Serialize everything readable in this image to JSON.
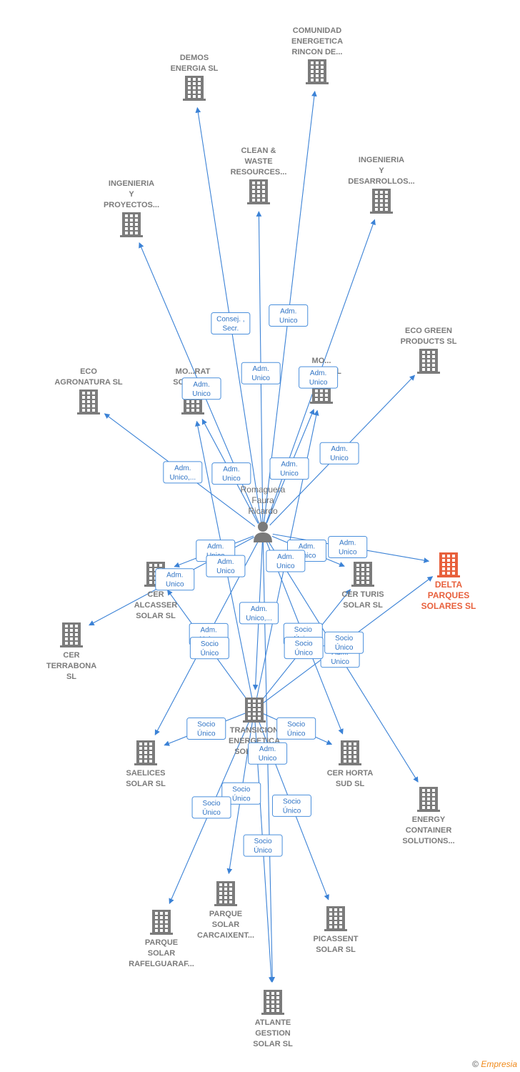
{
  "person": {
    "name_lines": [
      "Romaguera",
      "Faura",
      "Ricardo"
    ]
  },
  "companies": [
    {
      "id": "demos",
      "lines": [
        "DEMOS",
        "ENERGIA  SL"
      ],
      "main": false
    },
    {
      "id": "comunidad",
      "lines": [
        "COMUNIDAD",
        "ENERGETICA",
        "RINCON DE..."
      ],
      "main": false
    },
    {
      "id": "clean",
      "lines": [
        "CLEAN &",
        "WASTE",
        "RESOURCES..."
      ],
      "main": false
    },
    {
      "id": "ingdes",
      "lines": [
        "INGENIERIA",
        "Y",
        "DESARROLLOS..."
      ],
      "main": false
    },
    {
      "id": "ingpro",
      "lines": [
        "INGENIERIA",
        "Y",
        "PROYECTOS..."
      ],
      "main": false
    },
    {
      "id": "ecogreen",
      "lines": [
        "ECO GREEN",
        "PRODUCTS  SL"
      ],
      "main": false
    },
    {
      "id": "ecoagro",
      "lines": [
        "ECO",
        "AGRONATURA SL"
      ],
      "main": false
    },
    {
      "id": "moserrat",
      "lines": [
        "MO...RAT",
        "SOLAR  SL"
      ],
      "main": false
    },
    {
      "id": "mosolar",
      "lines": [
        "MO...",
        "SOLAR  SL"
      ],
      "main": false
    },
    {
      "id": "delta",
      "lines": [
        "DELTA",
        "PARQUES",
        "SOLARES  SL"
      ],
      "main": true
    },
    {
      "id": "alcasser",
      "lines": [
        "CER",
        "ALCASSER",
        "SOLAR  SL"
      ],
      "main": false
    },
    {
      "id": "turis",
      "lines": [
        "CER TURIS",
        "SOLAR  SL"
      ],
      "main": false
    },
    {
      "id": "terrabona",
      "lines": [
        "CER",
        "TERRABONA",
        "SL"
      ],
      "main": false
    },
    {
      "id": "transicion",
      "lines": [
        "TRANSICION",
        "ENERGETICA",
        "SOLAR  SL"
      ],
      "main": false
    },
    {
      "id": "saelices",
      "lines": [
        "SAELICES",
        "SOLAR  SL"
      ],
      "main": false
    },
    {
      "id": "horta",
      "lines": [
        "CER HORTA",
        "SUD  SL"
      ],
      "main": false
    },
    {
      "id": "energycont",
      "lines": [
        "ENERGY",
        "CONTAINER",
        "SOLUTIONS..."
      ],
      "main": false
    },
    {
      "id": "carcaixent",
      "lines": [
        "PARQUE",
        "SOLAR",
        "CARCAIXENT..."
      ],
      "main": false
    },
    {
      "id": "rafelguaraf",
      "lines": [
        "PARQUE",
        "SOLAR",
        "RAFELGUARAF..."
      ],
      "main": false
    },
    {
      "id": "picassent",
      "lines": [
        "PICASSENT",
        "SOLAR  SL"
      ],
      "main": false
    },
    {
      "id": "atlante",
      "lines": [
        "ATLANTE",
        "GESTION",
        "SOLAR  SL"
      ],
      "main": false
    }
  ],
  "edges": [
    {
      "from": "person",
      "to": "demos",
      "label": [
        "Consej. ,",
        "Secr."
      ]
    },
    {
      "from": "person",
      "to": "comunidad",
      "label": [
        "Adm.",
        "Unico"
      ]
    },
    {
      "from": "person",
      "to": "clean",
      "label": [
        "Adm.",
        "Unico"
      ]
    },
    {
      "from": "person",
      "to": "ingdes",
      "label": [
        "Adm.",
        "Unico"
      ]
    },
    {
      "from": "person",
      "to": "ingpro",
      "label": [
        "Adm.",
        "Unico"
      ]
    },
    {
      "from": "person",
      "to": "ecogreen",
      "label": [
        "Adm.",
        "Unico"
      ]
    },
    {
      "from": "person",
      "to": "ecoagro",
      "label": [
        "Adm.",
        "Unico,..."
      ]
    },
    {
      "from": "person",
      "to": "moserrat",
      "label": [
        "Adm.",
        "Unico"
      ]
    },
    {
      "from": "person",
      "to": "mosolar",
      "label": [
        "Adm.",
        "Unico"
      ]
    },
    {
      "from": "person",
      "to": "delta",
      "label": [
        "Adm.",
        "Unico"
      ]
    },
    {
      "from": "person",
      "to": "alcasser",
      "label": [
        "Adm.",
        "Unico"
      ]
    },
    {
      "from": "person",
      "to": "turis",
      "label": [
        "Adm.",
        "Unico"
      ]
    },
    {
      "from": "person",
      "to": "terrabona",
      "label": [
        "Adm.",
        "Unico"
      ]
    },
    {
      "from": "person",
      "to": "transicion",
      "label": [
        "Adm.",
        "Unico,..."
      ]
    },
    {
      "from": "person",
      "to": "saelices",
      "label": [
        "Adm.",
        "Unico"
      ]
    },
    {
      "from": "person",
      "to": "horta",
      "label": [
        "Socio",
        "Único"
      ]
    },
    {
      "from": "person",
      "to": "energycont",
      "label": [
        "Adm.",
        "Unico"
      ]
    },
    {
      "from": "person",
      "to": "atlante",
      "label": [
        "Adm.",
        "Unico"
      ]
    },
    {
      "from": "transicion",
      "to": "delta",
      "label": [
        "Socio",
        "Único"
      ]
    },
    {
      "from": "transicion",
      "to": "alcasser",
      "label": [
        "Socio",
        "Único"
      ]
    },
    {
      "from": "transicion",
      "to": "turis",
      "label": [
        "Socio",
        "Único"
      ]
    },
    {
      "from": "transicion",
      "to": "saelices",
      "label": [
        "Socio",
        "Único"
      ]
    },
    {
      "from": "transicion",
      "to": "horta",
      "label": [
        "Socio",
        "Único"
      ]
    },
    {
      "from": "transicion",
      "to": "carcaixent",
      "label": [
        "Socio",
        "Único"
      ]
    },
    {
      "from": "transicion",
      "to": "rafelguaraf",
      "label": [
        "Socio",
        "Único"
      ]
    },
    {
      "from": "transicion",
      "to": "picassent",
      "label": [
        "Socio",
        "Único"
      ]
    },
    {
      "from": "transicion",
      "to": "atlante",
      "label": [
        "Socio",
        "Único"
      ]
    },
    {
      "from": "transicion",
      "to": "moserrat",
      "label": [
        "Adm.",
        "Unico"
      ]
    },
    {
      "from": "transicion",
      "to": "mosolar",
      "label": [
        "Adm.",
        "Unico"
      ]
    }
  ],
  "footer": {
    "copyright": "©",
    "brand": "Empresia"
  },
  "colors": {
    "edge": "#3b82d6",
    "company": "#7b7b7b",
    "main_company": "#e8603c",
    "person": "#7a7a7a"
  }
}
